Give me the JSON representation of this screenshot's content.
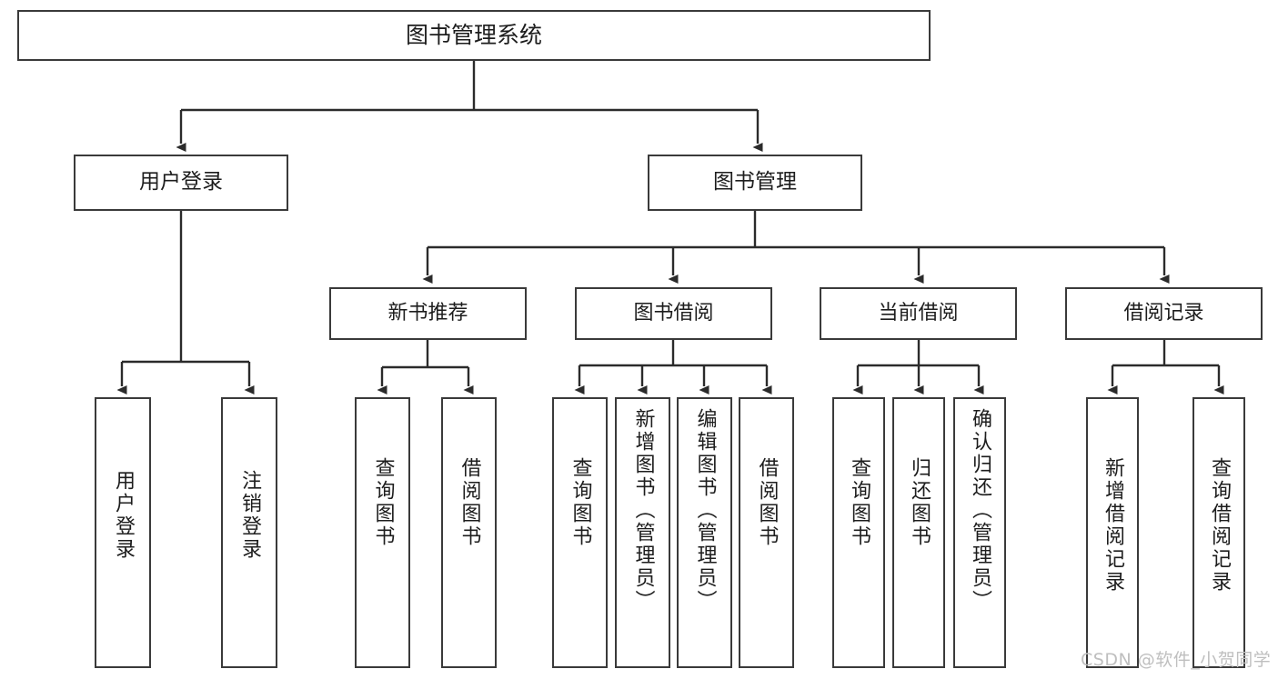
{
  "diagram": {
    "title": "图书管理系统",
    "type": "tree-hierarchy-chart",
    "root": {
      "id": "root",
      "label": "图书管理系统"
    },
    "level2": [
      {
        "id": "user-login",
        "label": "用户登录"
      },
      {
        "id": "book-manage",
        "label": "图书管理"
      }
    ],
    "level3": [
      {
        "id": "new-book-recommend",
        "label": "新书推荐",
        "parent": "book-manage"
      },
      {
        "id": "book-borrow",
        "label": "图书借阅",
        "parent": "book-manage"
      },
      {
        "id": "current-borrow",
        "label": "当前借阅",
        "parent": "book-manage"
      },
      {
        "id": "borrow-record",
        "label": "借阅记录",
        "parent": "book-manage"
      }
    ],
    "leaves": [
      {
        "id": "leaf-user-login",
        "label": "用户登录",
        "parent": "user-login"
      },
      {
        "id": "leaf-logout-login",
        "label": "注销登录",
        "parent": "user-login"
      },
      {
        "id": "leaf-query-book-1",
        "label": "查询图书",
        "parent": "new-book-recommend"
      },
      {
        "id": "leaf-borrow-book-1",
        "label": "借阅图书",
        "parent": "new-book-recommend"
      },
      {
        "id": "leaf-query-book-2",
        "label": "查询图书",
        "parent": "book-borrow"
      },
      {
        "id": "leaf-add-book-admin",
        "label": "新增图书（管理员）",
        "parent": "book-borrow"
      },
      {
        "id": "leaf-edit-book-admin",
        "label": "编辑图书（管理员）",
        "parent": "book-borrow"
      },
      {
        "id": "leaf-borrow-book-2",
        "label": "借阅图书",
        "parent": "book-borrow"
      },
      {
        "id": "leaf-query-book-3",
        "label": "查询图书",
        "parent": "current-borrow"
      },
      {
        "id": "leaf-return-book",
        "label": "归还图书",
        "parent": "current-borrow"
      },
      {
        "id": "leaf-confirm-return-admin",
        "label": "确认归还（管理员）",
        "parent": "current-borrow"
      },
      {
        "id": "leaf-add-borrow-record",
        "label": "新增借阅记录",
        "parent": "borrow-record"
      },
      {
        "id": "leaf-query-borrow-record",
        "label": "查询借阅记录",
        "parent": "borrow-record"
      }
    ],
    "watermark": "CSDN @软件_小贺同学",
    "colors": {
      "stroke": "#3a3a3a",
      "fill": "#ffffff",
      "text": "#1d1d1d",
      "watermark": "#bfbfbf"
    }
  }
}
